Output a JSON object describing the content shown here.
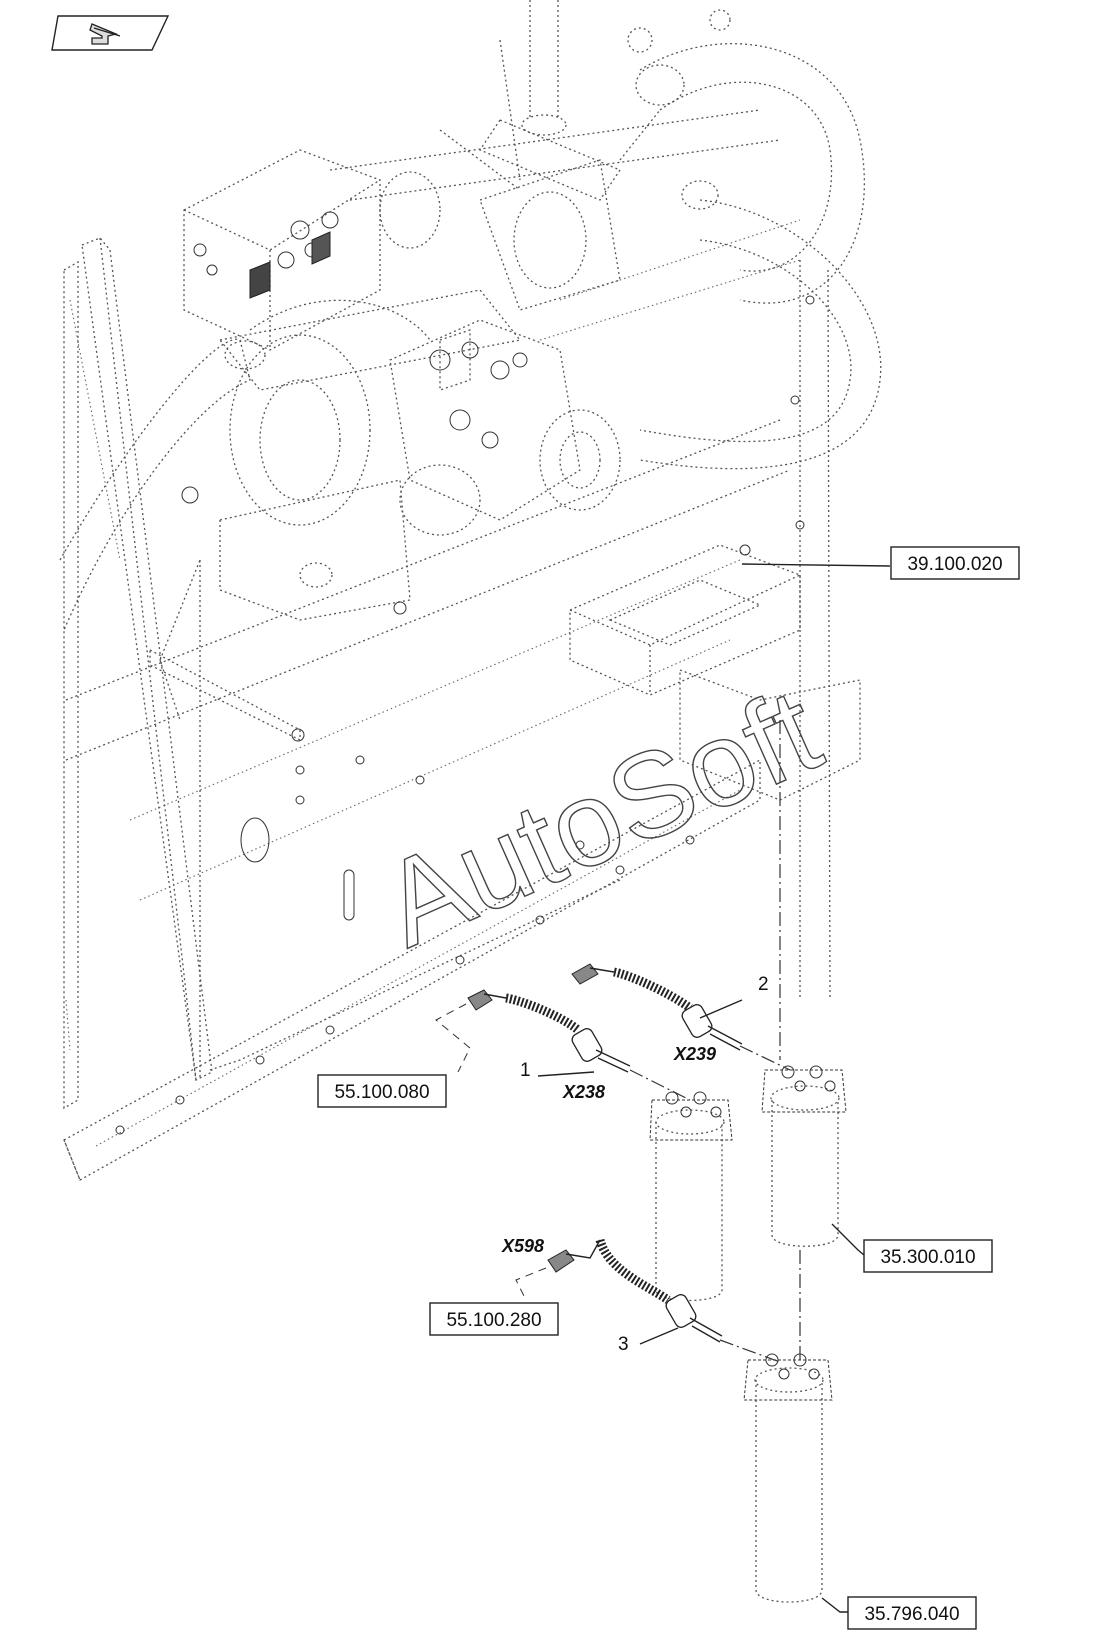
{
  "nav": {
    "back_icon": "return-arrow-icon"
  },
  "watermark": "AutoSoft",
  "references": {
    "r1": "39.100.020",
    "r2": "55.100.080",
    "r3": "35.300.010",
    "r4": "55.100.280",
    "r5": "35.796.040"
  },
  "callouts": {
    "c1": "1",
    "c2": "2",
    "c3": "3"
  },
  "connectors": {
    "x238": "X238",
    "x239": "X239",
    "x598": "X598"
  }
}
